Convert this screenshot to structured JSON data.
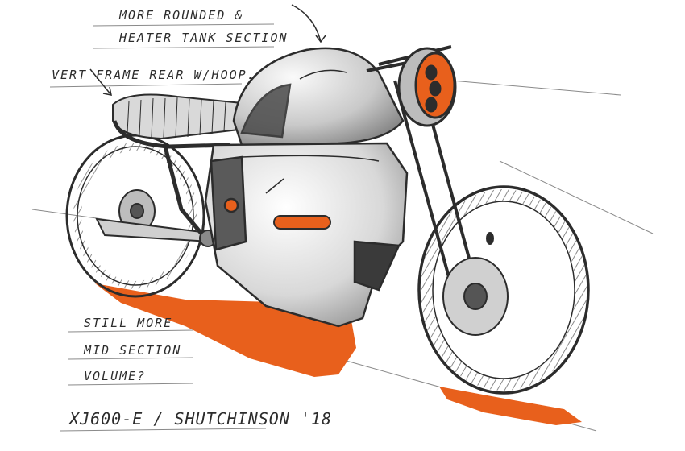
{
  "annotations": {
    "tank_line1": "MORE ROUNDED &",
    "tank_line2": "HEATER TANK SECTION",
    "frame_note": "VERT FRAME REAR W/HOOP.",
    "mid_line1": "STILL MORE",
    "mid_line2": "MID SECTION",
    "mid_line3": "VOLUME?"
  },
  "signature": "XJ600-E / SHUTCHINSON '18",
  "colors": {
    "accent": "#e8601c",
    "ink": "#2c2c2c",
    "shade": "#9a9a9a",
    "paper": "#ffffff"
  }
}
